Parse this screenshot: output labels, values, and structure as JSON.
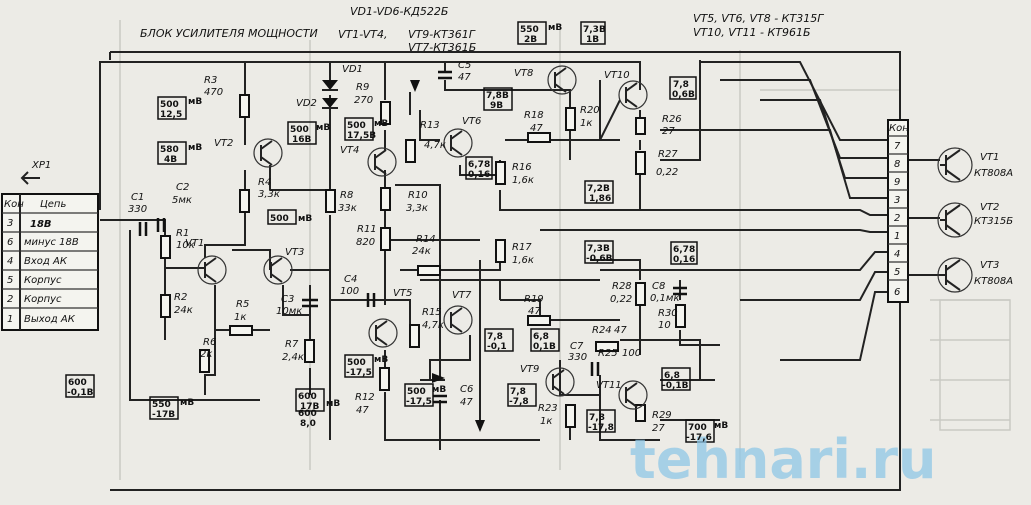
{
  "title": "БЛОК УСИЛИТЕЛЯ МОЩНОСТИ",
  "notes": {
    "diodes": "VD1-VD6-КД522Б",
    "vt1_4": "VT1-VT4,",
    "vt9": "VT9-КТ361Г",
    "vt7": "VT7-КТ361Б",
    "vt5": "VT5, VT6, VT8 - КТ315Г",
    "vt10": "VT10, VT11 - КТ961Б"
  },
  "xp1": {
    "name": "XP1",
    "head_kon": "Кон",
    "head_cep": "Цепь",
    "rows": [
      {
        "pin": "3",
        "label": "18В"
      },
      {
        "pin": "6",
        "label": "минус 18В"
      },
      {
        "pin": "4",
        "label": "Вход АК"
      },
      {
        "pin": "5",
        "label": "Корпус"
      },
      {
        "pin": "2",
        "label": "Корпус"
      },
      {
        "pin": "1",
        "label": "Выход АК"
      }
    ]
  },
  "right_conn": {
    "head": "Кон",
    "pins": [
      "7",
      "8",
      "9",
      "3",
      "2",
      "1",
      "4",
      "5",
      "6"
    ]
  },
  "ext_transistors": [
    {
      "name": "VT1",
      "type": "КТ808А"
    },
    {
      "name": "VT2",
      "type": "КТ315Б"
    },
    {
      "name": "VT3",
      "type": "КТ808А"
    }
  ],
  "components": {
    "R3": {
      "name": "R3",
      "value": "470"
    },
    "R4": {
      "name": "R4",
      "value": "3,3к"
    },
    "R1": {
      "name": "R1",
      "value": "10к"
    },
    "R2": {
      "name": "R2",
      "value": "24к"
    },
    "R5": {
      "name": "R5",
      "value": "1к"
    },
    "R6": {
      "name": "R6",
      "value": "2к"
    },
    "R7": {
      "name": "R7",
      "value": "2,4к"
    },
    "R8": {
      "name": "R8",
      "value": "33к"
    },
    "R9": {
      "name": "R9",
      "value": "270"
    },
    "R10": {
      "name": "R10",
      "value": "3,3к"
    },
    "R11": {
      "name": "R11",
      "value": "820"
    },
    "R12": {
      "name": "R12",
      "value": "47"
    },
    "R13": {
      "name": "R13",
      "value": "4,7к"
    },
    "R14": {
      "name": "R14",
      "value": "24к"
    },
    "R15": {
      "name": "R15",
      "value": "4,7к"
    },
    "R16": {
      "name": "R16",
      "value": "1,6к"
    },
    "R17": {
      "name": "R17",
      "value": "1,6к"
    },
    "R18": {
      "name": "R18",
      "value": "47"
    },
    "R19": {
      "name": "R19",
      "value": "47"
    },
    "R20": {
      "name": "R20",
      "value": "1к"
    },
    "R21": {
      "name": "R23",
      "value": "1к"
    },
    "R24": {
      "name": "R24",
      "value": "47"
    },
    "R25": {
      "name": "R25",
      "value": "100"
    },
    "R26": {
      "name": "R26",
      "value": "27"
    },
    "R27": {
      "name": "R27",
      "value": "0,22"
    },
    "R28": {
      "name": "R28",
      "value": "0,22"
    },
    "R29": {
      "name": "R29",
      "value": "27"
    },
    "R30": {
      "name": "R30",
      "value": "10"
    },
    "C1": {
      "name": "C1",
      "value": "330"
    },
    "C2": {
      "name": "C2",
      "value": "5мк"
    },
    "C3": {
      "name": "C3",
      "value": "10мк"
    },
    "C4": {
      "name": "C4",
      "value": "100"
    },
    "C5": {
      "name": "C5",
      "value": "47"
    },
    "C6": {
      "name": "C6",
      "value": "47"
    },
    "C7": {
      "name": "C7",
      "value": "330"
    },
    "C8": {
      "name": "C8",
      "value": "0,1мк"
    }
  },
  "transistors": [
    "VT1",
    "VT2",
    "VT3",
    "VT4",
    "VT5",
    "VT6",
    "VT7",
    "VT8",
    "VT9",
    "VT10",
    "VT11"
  ],
  "diode_labels": [
    "VD1",
    "VD2"
  ],
  "voltages": [
    {
      "top": "500",
      "bottom": "12,5",
      "unit": "мВ"
    },
    {
      "top": "580",
      "bottom": "4В",
      "unit": "мВ"
    },
    {
      "top": "500",
      "bottom": "16В",
      "unit": "мВ"
    },
    {
      "top": "500",
      "bottom": "17,5В",
      "unit": "мВ"
    },
    {
      "top": "500",
      "bottom": "",
      "unit": "мВ"
    },
    {
      "top": "550",
      "bottom": "2В",
      "unit": "мВ"
    },
    {
      "top": "7,3В",
      "bottom": "1В",
      "unit": ""
    },
    {
      "top": "7,8В",
      "bottom": "9В",
      "unit": ""
    },
    {
      "top": "6,78",
      "bottom": "0,16",
      "unit": ""
    },
    {
      "top": "7,8",
      "bottom": "0,6В",
      "unit": ""
    },
    {
      "top": "7,2В",
      "bottom": "1,86",
      "unit": ""
    },
    {
      "top": "7,3В",
      "bottom": "-0,6В",
      "unit": ""
    },
    {
      "top": "6,78",
      "bottom": "0,16",
      "unit": ""
    },
    {
      "top": "7,8",
      "bottom": "-0,1",
      "unit": ""
    },
    {
      "top": "6,8",
      "bottom": "0,1В",
      "unit": ""
    },
    {
      "top": "500",
      "bottom": "-17,5",
      "unit": "мВ"
    },
    {
      "top": "500",
      "bottom": "-17,5",
      "unit": "мВ"
    },
    {
      "top": "7,8",
      "bottom": "-7,8",
      "unit": ""
    },
    {
      "top": "7,8",
      "bottom": "-17,8",
      "unit": ""
    },
    {
      "top": "6,8",
      "bottom": "-0,1В",
      "unit": ""
    },
    {
      "top": "700",
      "bottom": "-17,6",
      "unit": "мВ"
    },
    {
      "top": "600",
      "bottom": "-0,1В",
      "unit": ""
    },
    {
      "top": "550",
      "bottom": "-17В",
      "unit": "мВ"
    },
    {
      "top": "600",
      "bottom": "17В",
      "unit": "мВ"
    },
    {
      "top": "600",
      "bottom": "8,0",
      "unit": "мВ"
    }
  ],
  "watermark": "tehnari.ru"
}
